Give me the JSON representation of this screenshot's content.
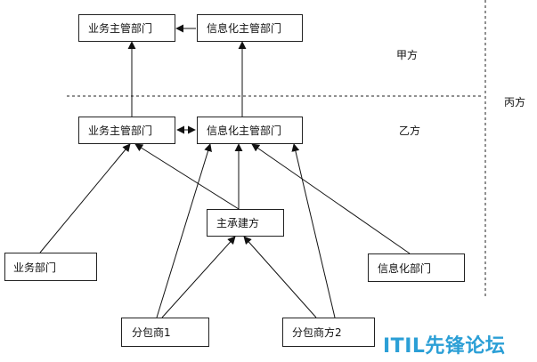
{
  "diagram": {
    "boxes": {
      "jia_business": "业务主管部门",
      "jia_it": "信息化主管部门",
      "yi_business": "业务主管部门",
      "yi_it": "信息化主管部门",
      "main_contractor": "主承建方",
      "business_dept": "业务部门",
      "it_dept": "信息化部门",
      "subcontractor_1": "分包商1",
      "subcontractor_2": "分包商方2"
    },
    "labels": {
      "party_a": "甲方",
      "party_b": "乙方",
      "party_c": "丙方"
    },
    "watermark": "ITIL先锋论坛"
  },
  "colors": {
    "line": "#111111",
    "watermark": "#2b9fd6"
  }
}
